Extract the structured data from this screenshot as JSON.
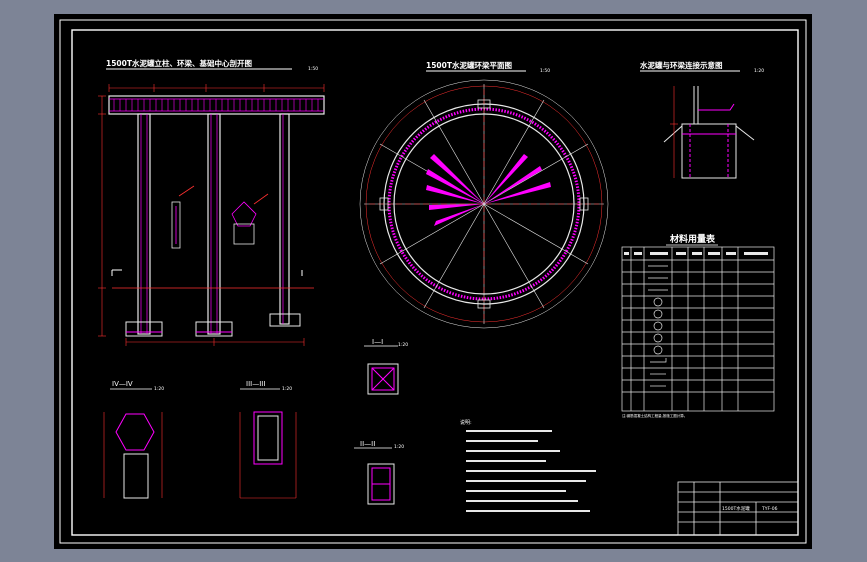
{
  "drawing": {
    "title_front": "1500T水泥罐立柱、环梁、基础中心剖开图",
    "scale_front": "1:50",
    "title_plan": "1500T水泥罐环梁平面图",
    "scale_plan": "1:50",
    "title_detail": "水泥罐与环梁连接示意图",
    "scale_detail": "1:20",
    "section_iv": "IV—IV",
    "section_iv_scale": "1:20",
    "section_iii": "III—III",
    "section_iii_scale": "1:20",
    "section_i": "I—I",
    "section_i_scale": "1:20",
    "section_ii": "II—II",
    "section_ii_scale": "1:20",
    "notes_heading": "说明:",
    "table_title": "材料用量表",
    "table_footer": "注:钢筋混凝土结构工程量,按施工图计算。",
    "title_block": {
      "project": "1500T水泥罐",
      "drawing_no": "TYF-06"
    }
  },
  "colors": {
    "frame": "#ffffff",
    "rebar": "#ff00ff",
    "concrete": "#e8e8e8",
    "dimension": "#ff3030",
    "text": "#ffffff"
  }
}
